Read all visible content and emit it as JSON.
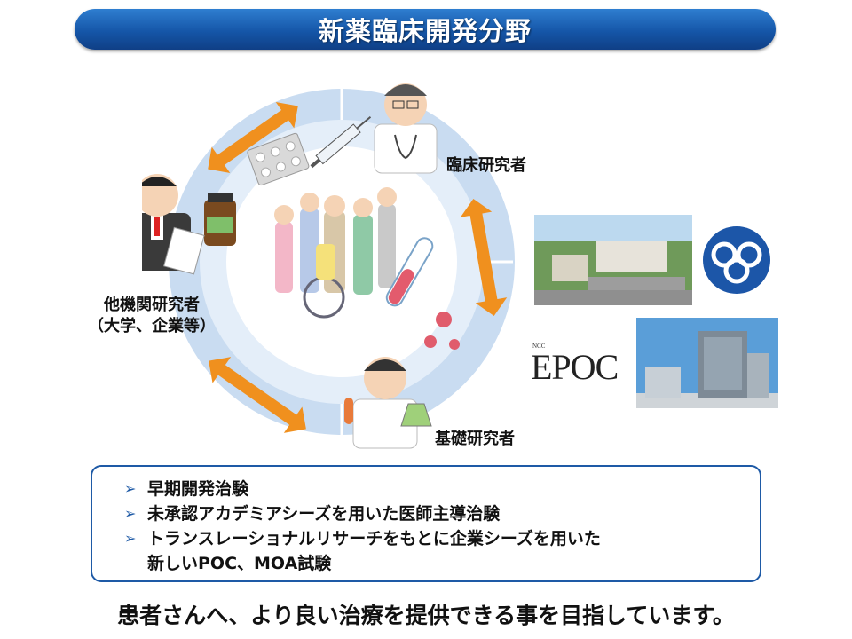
{
  "title": "新薬臨床開発分野",
  "roles": {
    "clinical": "臨床研究者",
    "other_line1": "他機関研究者",
    "other_line2": "（大学、企業等）",
    "basic": "基礎研究者"
  },
  "logo": {
    "epoc_small": "NCC",
    "epoc_word": "EPOC"
  },
  "bullets": [
    "早期開発治験",
    "未承認アカデミアシーズを用いた医師主導治験",
    "トランスレーショナルリサーチをもとに企業シーズを用いた",
    "新しいPOC、MOA試験"
  ],
  "footer": "患者さんへ、より良い治療を提供できる事を目指しています。",
  "colors": {
    "title_bar": "#1556a8",
    "ring": "#bcd2ec",
    "arrow": "#f0901e",
    "box_border": "#1e5aa6"
  }
}
